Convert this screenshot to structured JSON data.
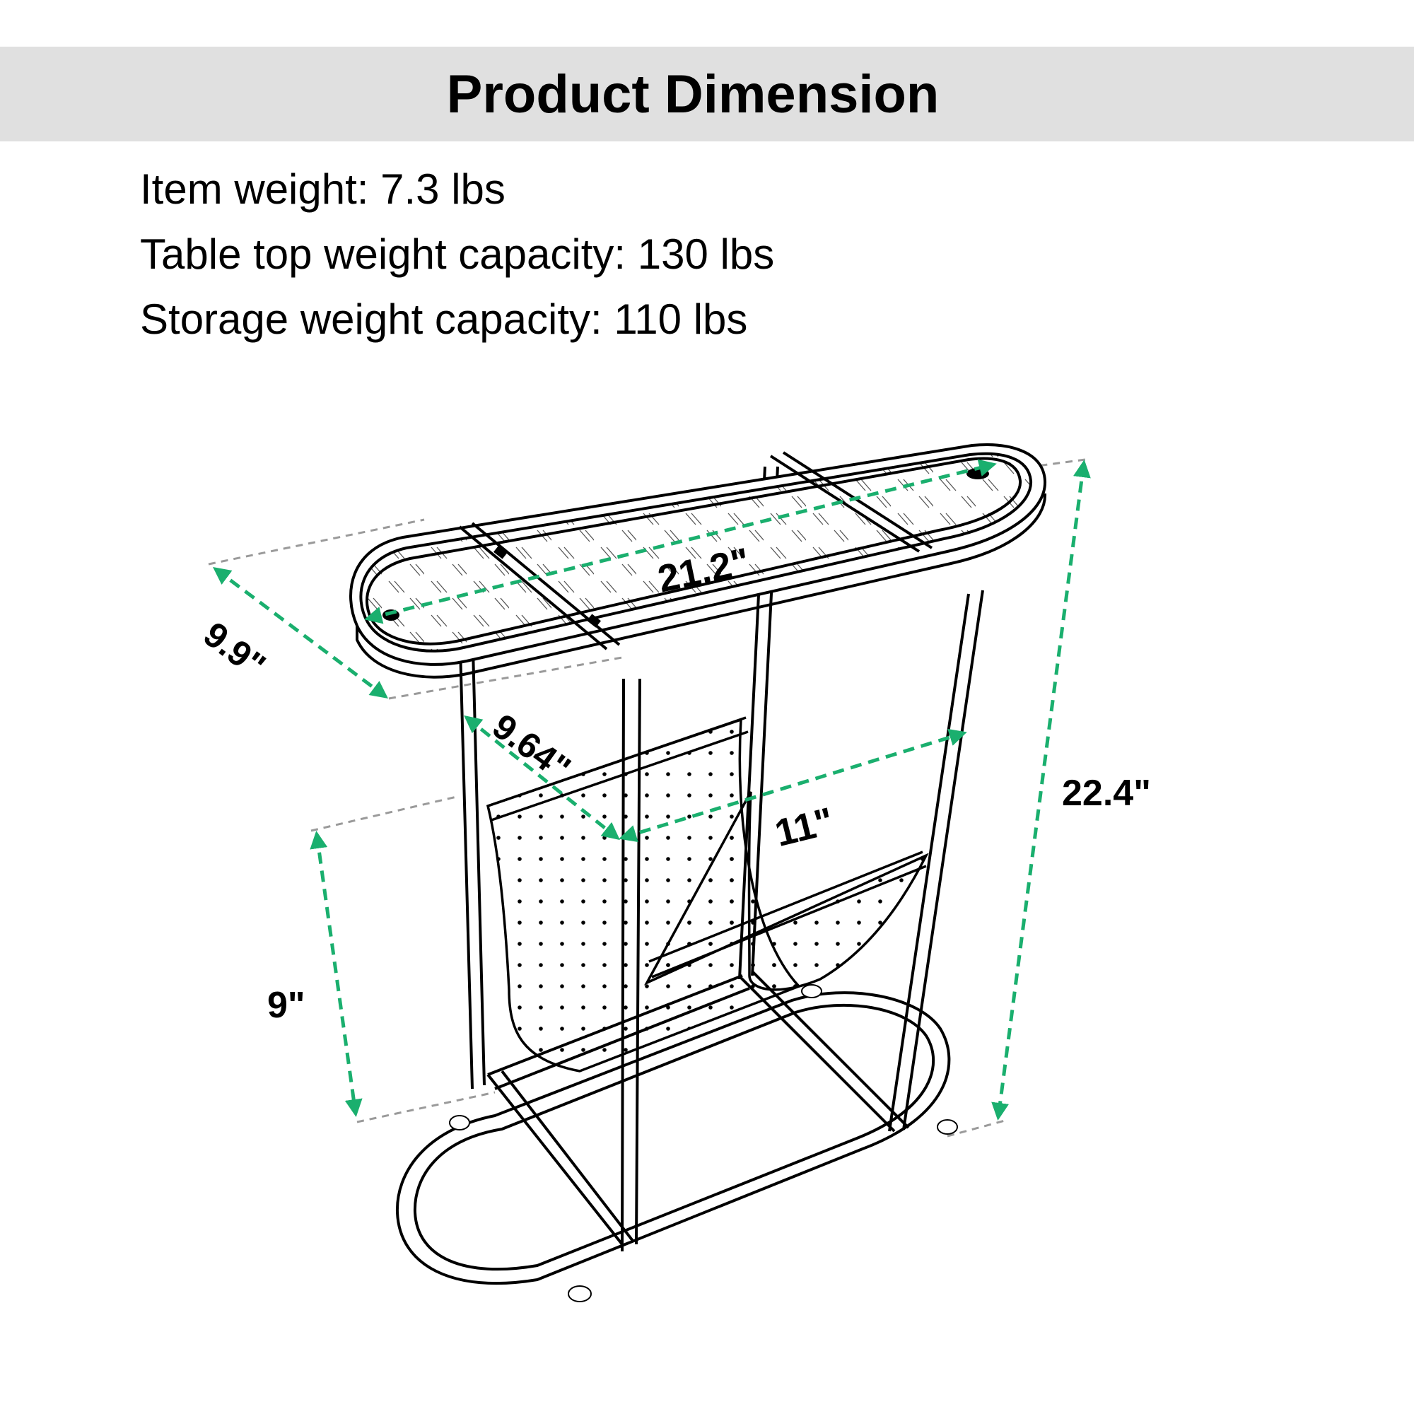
{
  "header": {
    "title": "Product Dimension",
    "band_color": "#e0e0e0"
  },
  "specs": [
    {
      "label": "Item weight",
      "value": "7.3 lbs",
      "text": "Item weight: 7.3 lbs"
    },
    {
      "label": "Table top weight capacity",
      "value": "130 lbs",
      "text": "Table top weight capacity: 130 lbs"
    },
    {
      "label": "Storage weight capacity",
      "value": "110 lbs",
      "text": "Storage weight capacity: 110 lbs"
    }
  ],
  "dimensions": {
    "depth": "9.9\"",
    "length": "21.2\"",
    "inner_depth": "9.64\"",
    "inner_width": "11\"",
    "height": "22.4\"",
    "storage_height": "9\""
  },
  "colors": {
    "dimension_arrow": "#1aaf6e",
    "extension_line": "#9a9a9a",
    "outline": "#000000"
  }
}
